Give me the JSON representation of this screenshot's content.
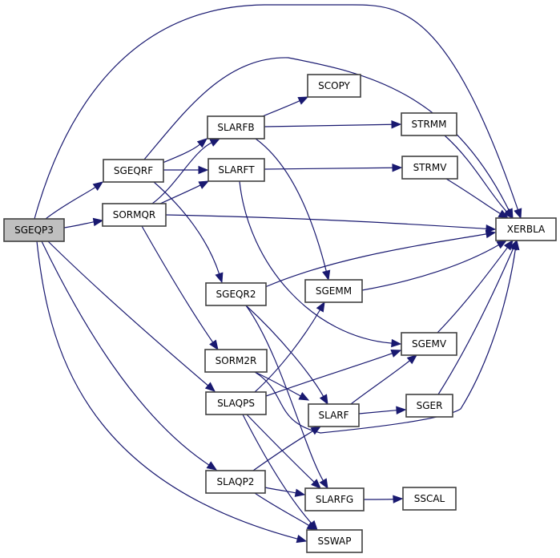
{
  "diagram": {
    "type": "call-graph",
    "root": "SGEQP3",
    "colors": {
      "edge": "#191970",
      "node_border": "#404040",
      "root_fill": "#bfbfbf",
      "node_fill": "#ffffff"
    },
    "nodes": [
      {
        "id": "SGEQP3",
        "label": "SGEQP3"
      },
      {
        "id": "SGEQRF",
        "label": "SGEQRF"
      },
      {
        "id": "SORMQR",
        "label": "SORMQR"
      },
      {
        "id": "SLARFB",
        "label": "SLARFB"
      },
      {
        "id": "SLARFT",
        "label": "SLARFT"
      },
      {
        "id": "SCOPY",
        "label": "SCOPY"
      },
      {
        "id": "STRMM",
        "label": "STRMM"
      },
      {
        "id": "STRMV",
        "label": "STRMV"
      },
      {
        "id": "XERBLA",
        "label": "XERBLA"
      },
      {
        "id": "SGEQR2",
        "label": "SGEQR2"
      },
      {
        "id": "SGEMM",
        "label": "SGEMM"
      },
      {
        "id": "SORM2R",
        "label": "SORM2R"
      },
      {
        "id": "SGEMV",
        "label": "SGEMV"
      },
      {
        "id": "SLAQPS",
        "label": "SLAQPS"
      },
      {
        "id": "SLARF",
        "label": "SLARF"
      },
      {
        "id": "SGER",
        "label": "SGER"
      },
      {
        "id": "SLAQP2",
        "label": "SLAQP2"
      },
      {
        "id": "SLARFG",
        "label": "SLARFG"
      },
      {
        "id": "SSCAL",
        "label": "SSCAL"
      },
      {
        "id": "SSWAP",
        "label": "SSWAP"
      }
    ],
    "edges": [
      {
        "from": "SGEQP3",
        "to": "SGEQRF"
      },
      {
        "from": "SGEQP3",
        "to": "SORMQR"
      },
      {
        "from": "SGEQP3",
        "to": "XERBLA"
      },
      {
        "from": "SGEQP3",
        "to": "SLAQPS"
      },
      {
        "from": "SGEQP3",
        "to": "SLAQP2"
      },
      {
        "from": "SGEQP3",
        "to": "SSWAP"
      },
      {
        "from": "SGEQRF",
        "to": "SLARFB"
      },
      {
        "from": "SGEQRF",
        "to": "SLARFT"
      },
      {
        "from": "SGEQRF",
        "to": "XERBLA"
      },
      {
        "from": "SGEQRF",
        "to": "SGEQR2"
      },
      {
        "from": "SORMQR",
        "to": "SLARFB"
      },
      {
        "from": "SORMQR",
        "to": "SLARFT"
      },
      {
        "from": "SORMQR",
        "to": "XERBLA"
      },
      {
        "from": "SORMQR",
        "to": "SORM2R"
      },
      {
        "from": "SLARFB",
        "to": "SCOPY"
      },
      {
        "from": "SLARFB",
        "to": "STRMM"
      },
      {
        "from": "SLARFB",
        "to": "SGEMM"
      },
      {
        "from": "SLARFT",
        "to": "STRMV"
      },
      {
        "from": "SLARFT",
        "to": "SGEMV"
      },
      {
        "from": "STRMM",
        "to": "XERBLA"
      },
      {
        "from": "STRMV",
        "to": "XERBLA"
      },
      {
        "from": "SGEQR2",
        "to": "XERBLA"
      },
      {
        "from": "SGEQR2",
        "to": "SLARF"
      },
      {
        "from": "SGEQR2",
        "to": "SLARFG"
      },
      {
        "from": "SGEMM",
        "to": "XERBLA"
      },
      {
        "from": "SGEMV",
        "to": "XERBLA"
      },
      {
        "from": "SORM2R",
        "to": "SLARF"
      },
      {
        "from": "SORM2R",
        "to": "XERBLA"
      },
      {
        "from": "SLAQPS",
        "to": "SGEMM"
      },
      {
        "from": "SLAQPS",
        "to": "SGEMV"
      },
      {
        "from": "SLAQPS",
        "to": "SLARFG"
      },
      {
        "from": "SLAQPS",
        "to": "SSWAP"
      },
      {
        "from": "SLARF",
        "to": "SGEMV"
      },
      {
        "from": "SLARF",
        "to": "SGER"
      },
      {
        "from": "SGER",
        "to": "XERBLA"
      },
      {
        "from": "SLAQP2",
        "to": "SLARF"
      },
      {
        "from": "SLAQP2",
        "to": "SLARFG"
      },
      {
        "from": "SLAQP2",
        "to": "SSWAP"
      },
      {
        "from": "SLARFG",
        "to": "SSCAL"
      }
    ]
  }
}
